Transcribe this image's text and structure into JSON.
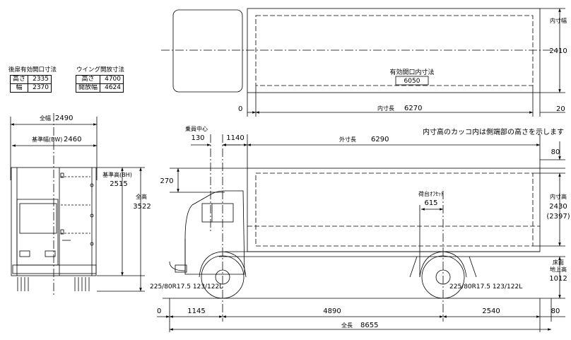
{
  "rear_opening": {
    "title": "後扉有効開口寸法",
    "rows": [
      {
        "label": "高さ",
        "value": "2335"
      },
      {
        "label": "幅",
        "value": "2370"
      }
    ]
  },
  "wing_opening": {
    "title": "ウイング開放寸法",
    "rows": [
      {
        "label": "高さ",
        "value": "4700"
      },
      {
        "label": "開放幅",
        "value": "4624"
      }
    ]
  },
  "top_view": {
    "effective_opening_label": "有効開口内寸法",
    "effective_opening_value": "6050",
    "inner_width_label": "内寸幅",
    "inner_width_value": "2410",
    "inner_length_label": "内寸長",
    "inner_length_value": "6270",
    "left_offset": "0",
    "right_offset": "20"
  },
  "front_view": {
    "overall_width_label": "全幅",
    "overall_width_value": "2490",
    "base_width_label": "基準幅(BW)",
    "base_width_value": "2460",
    "base_height_label": "基準高(BH)",
    "base_height_value": "2515",
    "overall_height_label": "全高",
    "overall_height_value": "3522"
  },
  "side_view": {
    "note": "内寸高のカッコ内は側端部の高さを示します",
    "occupant_center_label": "乗員中心",
    "occupant_center_value": "130",
    "cab_gap": "1140",
    "outer_length_label": "外寸長",
    "outer_length_value": "6290",
    "top_offset": "80",
    "roof_dim": "270",
    "inner_height_label": "内寸高",
    "inner_height_value": "2430",
    "inner_height_side": "(2397)",
    "deck_offset_label": "荷台ｵﾌｾｯﾄ",
    "deck_offset_value": "615",
    "floor_height_label_1": "床面",
    "floor_height_label_2": "地上高",
    "floor_height_value": "1012",
    "tire_front": "225/80R17.5 123/122L",
    "tire_rear": "225/80R17.5 123/122L",
    "front_zero": "0",
    "front_overhang": "1145",
    "wheelbase": "4890",
    "rear_overhang": "2540",
    "rear_extra": "80",
    "overall_length_label": "全長",
    "overall_length_value": "8655"
  }
}
